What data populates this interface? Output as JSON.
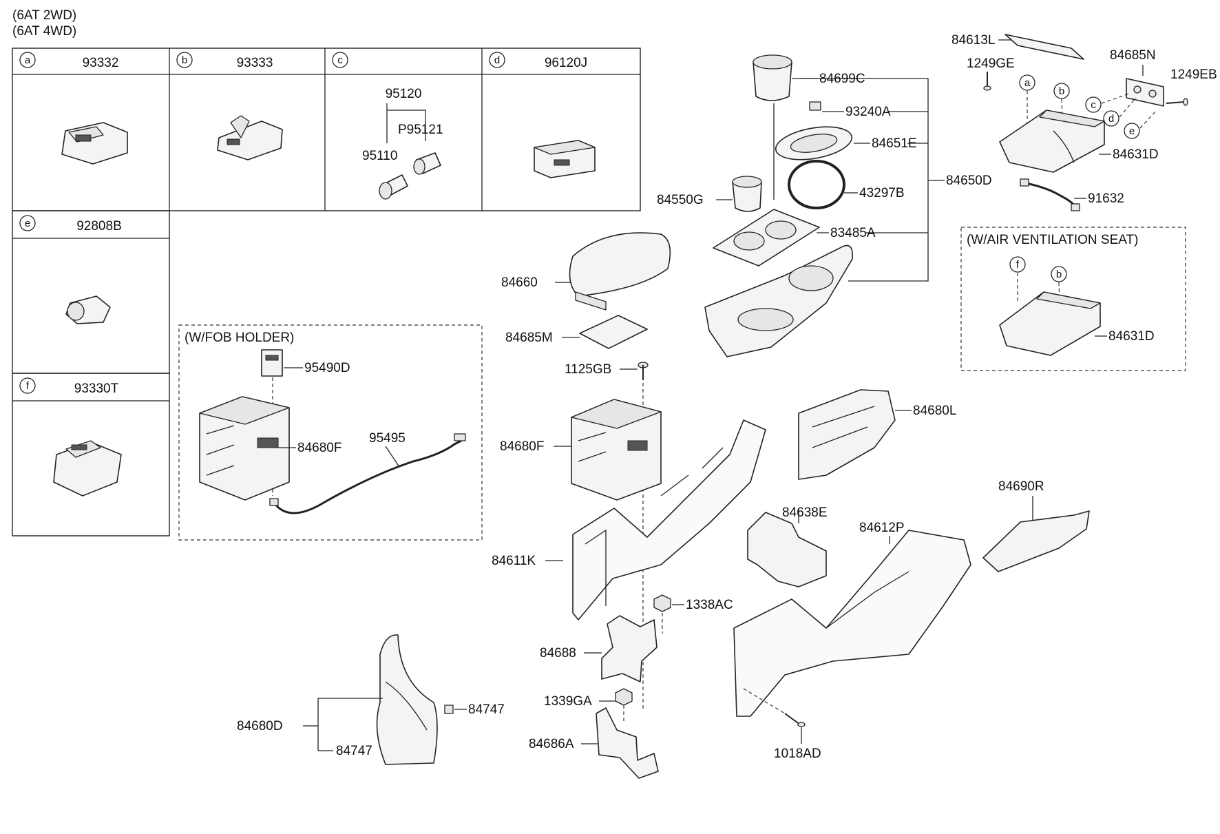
{
  "header": {
    "line1": "(6AT 2WD)",
    "line2": "(6AT 4WD)"
  },
  "grid": {
    "cells": [
      {
        "letter": "a",
        "part": "93332"
      },
      {
        "letter": "b",
        "part": "93333"
      },
      {
        "letter": "c",
        "part": ""
      },
      {
        "letter": "d",
        "part": "96120J"
      },
      {
        "letter": "e",
        "part": "92808B"
      },
      {
        "letter": "f",
        "part": "93330T"
      }
    ],
    "cell_c_parts": [
      "95120",
      "P95121",
      "95110"
    ]
  },
  "fob_holder": {
    "title": "(W/FOB HOLDER)",
    "parts": [
      "95490D",
      "84680F",
      "95495"
    ]
  },
  "air_vent": {
    "title": "(W/AIR VENTILATION SEAT)",
    "letters": [
      "f",
      "b"
    ],
    "part": "84631D"
  },
  "top_right": {
    "parts": [
      "84613L",
      "1249GE",
      "84685N",
      "1249EB",
      "84631D",
      "91632"
    ],
    "letters": [
      "a",
      "b",
      "c",
      "d",
      "e"
    ]
  },
  "center": {
    "parts": [
      "84699C",
      "93240A",
      "84651E",
      "84650D",
      "84550G",
      "43297B",
      "83485A",
      "84660",
      "84685M",
      "1125GB",
      "84680F",
      "84611K",
      "1338AC",
      "84688",
      "1339GA",
      "84686A",
      "84680D",
      "84747",
      "84747"
    ]
  },
  "right": {
    "parts": [
      "84680L",
      "84638E",
      "84612P",
      "84690R",
      "1018AD"
    ]
  }
}
